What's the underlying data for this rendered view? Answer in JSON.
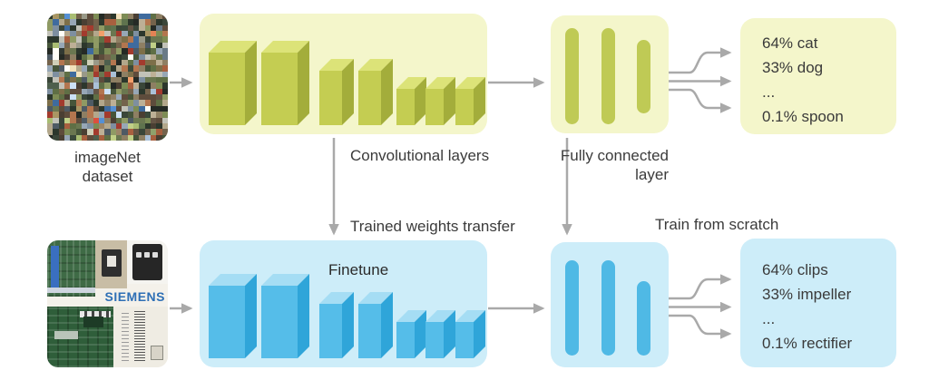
{
  "colors": {
    "yellow_box": "#f4f6cb",
    "olive_bar_front": "#c4cd52",
    "olive_bar_top": "#dce378",
    "olive_bar_side": "#a3ad3b",
    "olive_pill": "#bfca55",
    "blue_box": "#cdedf9",
    "blue_bar_front": "#55bde9",
    "blue_bar_top": "#a5ddf4",
    "blue_bar_side": "#2fa5d9",
    "blue_pill": "#4fb9e5",
    "arrow_gray": "#a9a9a9",
    "loop_arrow_gray": "#5a5a5a",
    "text": "#3b3b3b",
    "siemens_blue": "#2e6fb5"
  },
  "top_row": {
    "dataset_label": "imageNet dataset",
    "conv_label": "Convolutional layers",
    "fc_label": "Fully connected\nlayer",
    "outputs": [
      "64% cat",
      "33% dog",
      "...",
      "0.1% spoon"
    ]
  },
  "transfer": {
    "weights_label": "Trained weights transfer",
    "scratch_label": "Train from scratch",
    "finetune_label": "Finetune"
  },
  "bottom_row": {
    "dataset_label": "SIEMENS",
    "outputs": [
      "64% clips",
      "33% impeller",
      "...",
      "0.1% rectifier"
    ]
  }
}
